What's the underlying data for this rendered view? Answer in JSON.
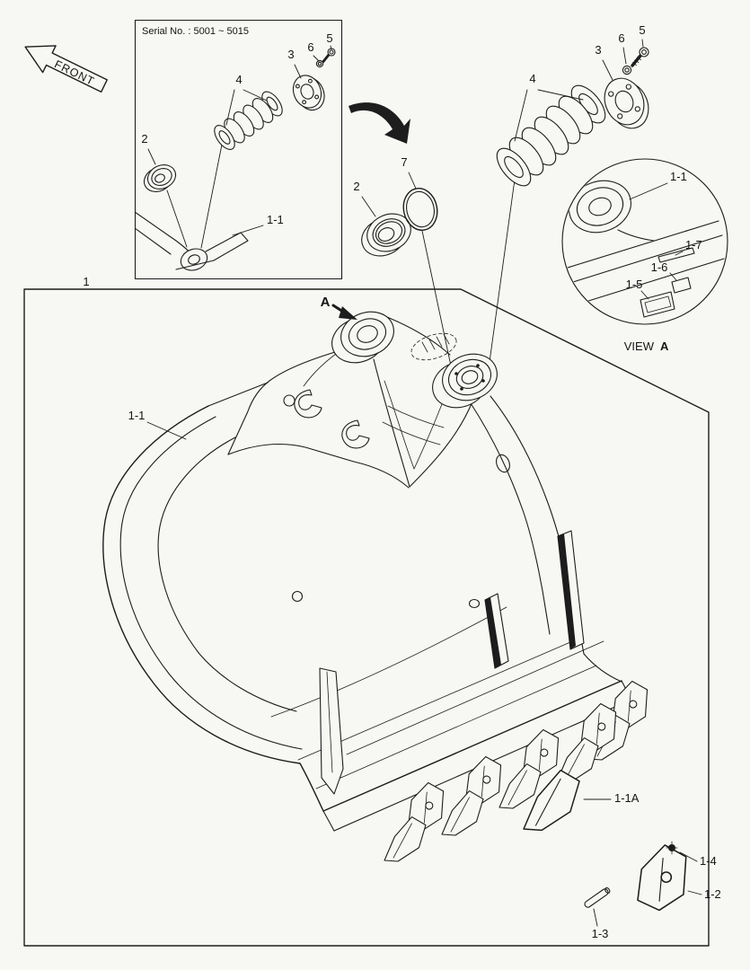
{
  "colors": {
    "background": "#f7f7f3",
    "line": "#1d1d1d"
  },
  "front_arrow": {
    "label": "FRONT"
  },
  "inset": {
    "serial_note": "Serial No. : 5001 ~ 5015",
    "labels": {
      "part2": "2",
      "part4": "4",
      "part3": "3",
      "part6": "6",
      "part5": "5",
      "part1_1": "1-1"
    }
  },
  "assembly": {
    "box_label": "1",
    "detail_marker": "A",
    "labels": {
      "part1_1": "1-1",
      "part2": "2",
      "part7": "7",
      "part4": "4",
      "part3": "3",
      "part6": "6",
      "part5": "5",
      "part1_1a": "1-1A",
      "part1_2": "1-2",
      "part1_3": "1-3",
      "part1_4": "1-4"
    }
  },
  "view_a": {
    "caption": "VIEW",
    "caption_letter": "A",
    "labels": {
      "part1_1": "1-1",
      "part1_7": "1-7",
      "part1_6": "1-6",
      "part1_5": "1-5"
    }
  }
}
